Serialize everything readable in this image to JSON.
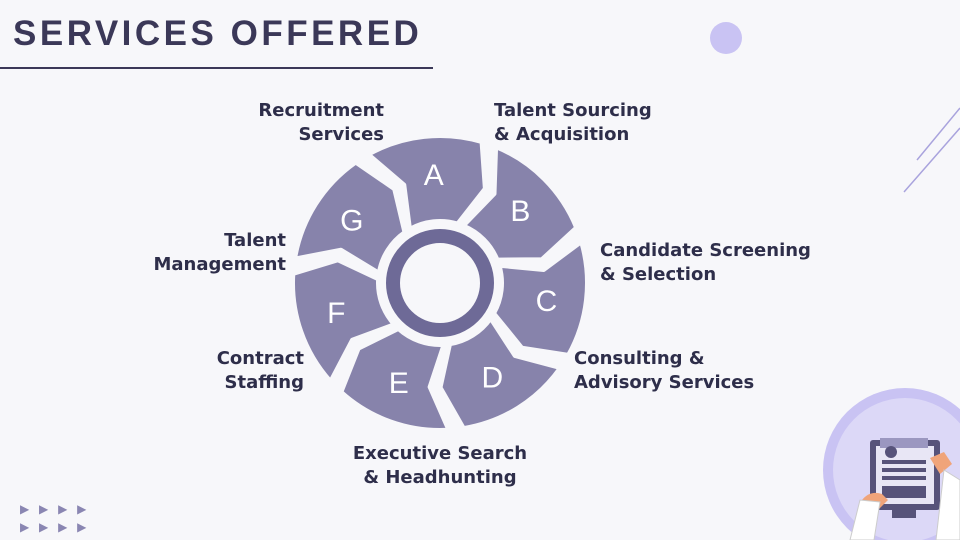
{
  "slide": {
    "title": "SERVICES OFFERED"
  },
  "cycle": {
    "segments": [
      {
        "letter": "A",
        "label_lines": [
          "Talent Sourcing",
          "& Acquisition"
        ]
      },
      {
        "letter": "B",
        "label_lines": [
          "Candidate Screening",
          "& Selection"
        ]
      },
      {
        "letter": "C",
        "label_lines": [
          "Consulting &",
          "Advisory Services"
        ]
      },
      {
        "letter": "D",
        "label_lines": [
          "Executive Search",
          "& Headhunting"
        ]
      },
      {
        "letter": "E",
        "label_lines": [
          "Contract",
          "Staffing"
        ]
      },
      {
        "letter": "F",
        "label_lines": [
          "Talent",
          "Management"
        ]
      },
      {
        "letter": "G",
        "label_lines": [
          "Recruitment",
          "Services"
        ]
      }
    ]
  },
  "colors": {
    "segment_fill": "#8783ab",
    "inner_ring": "#6e6a97",
    "accent": "#c9c3f3",
    "title": "#3b3858"
  },
  "decor": {
    "arrows": [
      "▶ ▶ ▶ ▶",
      "▶ ▶ ▶ ▶"
    ],
    "illustration": "recruiter-screen-icon"
  }
}
